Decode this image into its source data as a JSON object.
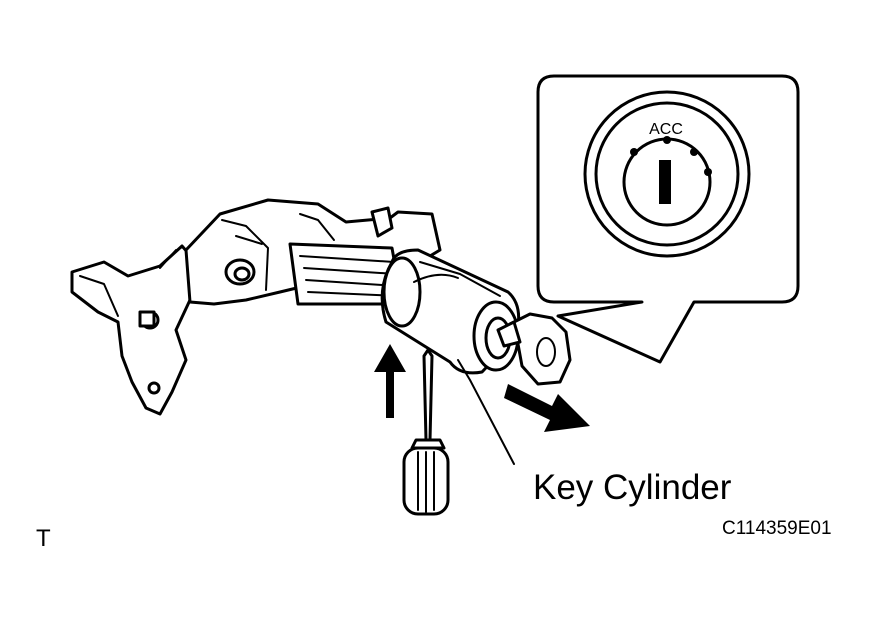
{
  "labels": {
    "component": "Key Cylinder",
    "figure_code": "C114359E01",
    "corner_mark": "T"
  },
  "inset": {
    "position_label": "ACC"
  },
  "icons": {
    "insertion_arrow": "arrow-up-icon",
    "removal_arrow": "arrow-down-right-icon",
    "tool": "screwdriver-icon",
    "key": "key-icon"
  },
  "colors": {
    "line": "#000000",
    "background": "#ffffff"
  }
}
